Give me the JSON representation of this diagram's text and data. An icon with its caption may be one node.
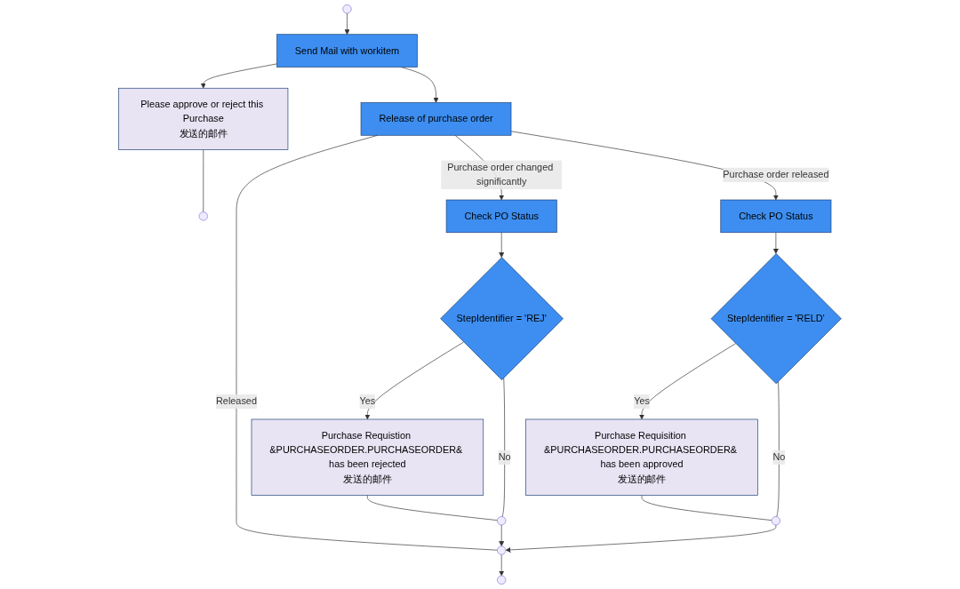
{
  "diagram": {
    "nodes": [
      {
        "text": [
          "Send Mail with workitem"
        ]
      },
      {
        "text": [
          "Please approve or reject this Purchase",
          "发送的邮件"
        ]
      },
      {
        "text": [
          "Release of purchase order"
        ]
      },
      {
        "text": [
          "Check PO Status"
        ]
      },
      {
        "text": [
          "StepIdentifier = 'REJ'"
        ]
      },
      {
        "text": [
          "Purchase Requistion &PURCHASEORDER.PURCHASEORDER& has been rejected",
          "发送的邮件"
        ]
      },
      {
        "text": [
          "Check PO Status"
        ]
      },
      {
        "text": [
          "StepIdentifier = 'RELD'"
        ]
      },
      {
        "text": [
          "Purchase Requisition &PURCHASEORDER.PURCHASEORDER& has been approved",
          "发送的邮件"
        ]
      },
      {
        "text": [],
        "shape": "circle"
      },
      {
        "text": [],
        "shape": "circle"
      },
      {
        "text": [],
        "shape": "circle"
      }
    ],
    "edges": [
      {
        "from": null,
        "to": 0,
        "arrow": "to"
      },
      {
        "from": 0,
        "to": 1,
        "arrow": "to"
      },
      {
        "from": 0,
        "to": 2,
        "arrow": "to"
      },
      {
        "from": 1,
        "to": null,
        "arrow": "none"
      },
      {
        "from": 2,
        "to": 11,
        "arrow": "none",
        "label": "Released"
      },
      {
        "from": 2,
        "to": 3,
        "arrow": "to",
        "label": "Purchase order changed significantly"
      },
      {
        "from": 2,
        "to": 6,
        "arrow": "to",
        "label": "Purchase order released"
      },
      {
        "from": 3,
        "to": 4,
        "arrow": "to"
      },
      {
        "from": 4,
        "to": 5,
        "arrow": "to",
        "label": "Yes"
      },
      {
        "from": 4,
        "to": 9,
        "arrow": "none",
        "label": "No"
      },
      {
        "from": 5,
        "to": 9,
        "arrow": "none"
      },
      {
        "from": 6,
        "to": 7,
        "arrow": "to"
      },
      {
        "from": 7,
        "to": 8,
        "arrow": "to",
        "label": "Yes"
      },
      {
        "from": 7,
        "to": 10,
        "arrow": "none",
        "label": "No"
      },
      {
        "from": 8,
        "to": 10,
        "arrow": "none"
      },
      {
        "from": 9,
        "to": 11,
        "arrow": "to"
      },
      {
        "from": 10,
        "to": 11,
        "arrow": "to"
      },
      {
        "from": 11,
        "to": null,
        "arrow": "to"
      }
    ]
  }
}
